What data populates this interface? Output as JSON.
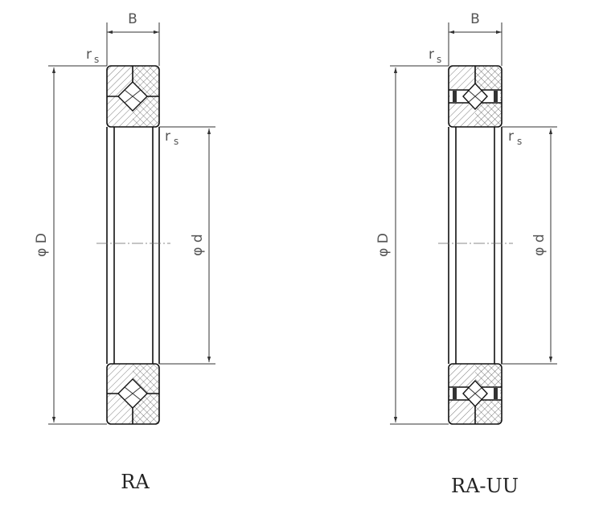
{
  "diagrams": [
    {
      "id": "ra",
      "caption": "RA",
      "labels": {
        "width": "B",
        "radius_top": "r",
        "radius_sub": "s",
        "radius2": "r",
        "radius2_sub": "s",
        "outer_dia": "φ D",
        "inner_dia": "φ d"
      },
      "seals": false
    },
    {
      "id": "ra-uu",
      "caption": "RA-UU",
      "labels": {
        "width": "B",
        "radius_top": "r",
        "radius_sub": "s",
        "radius2": "r",
        "radius2_sub": "s",
        "outer_dia": "φ D",
        "inner_dia": "φ d"
      },
      "seals": true
    }
  ]
}
